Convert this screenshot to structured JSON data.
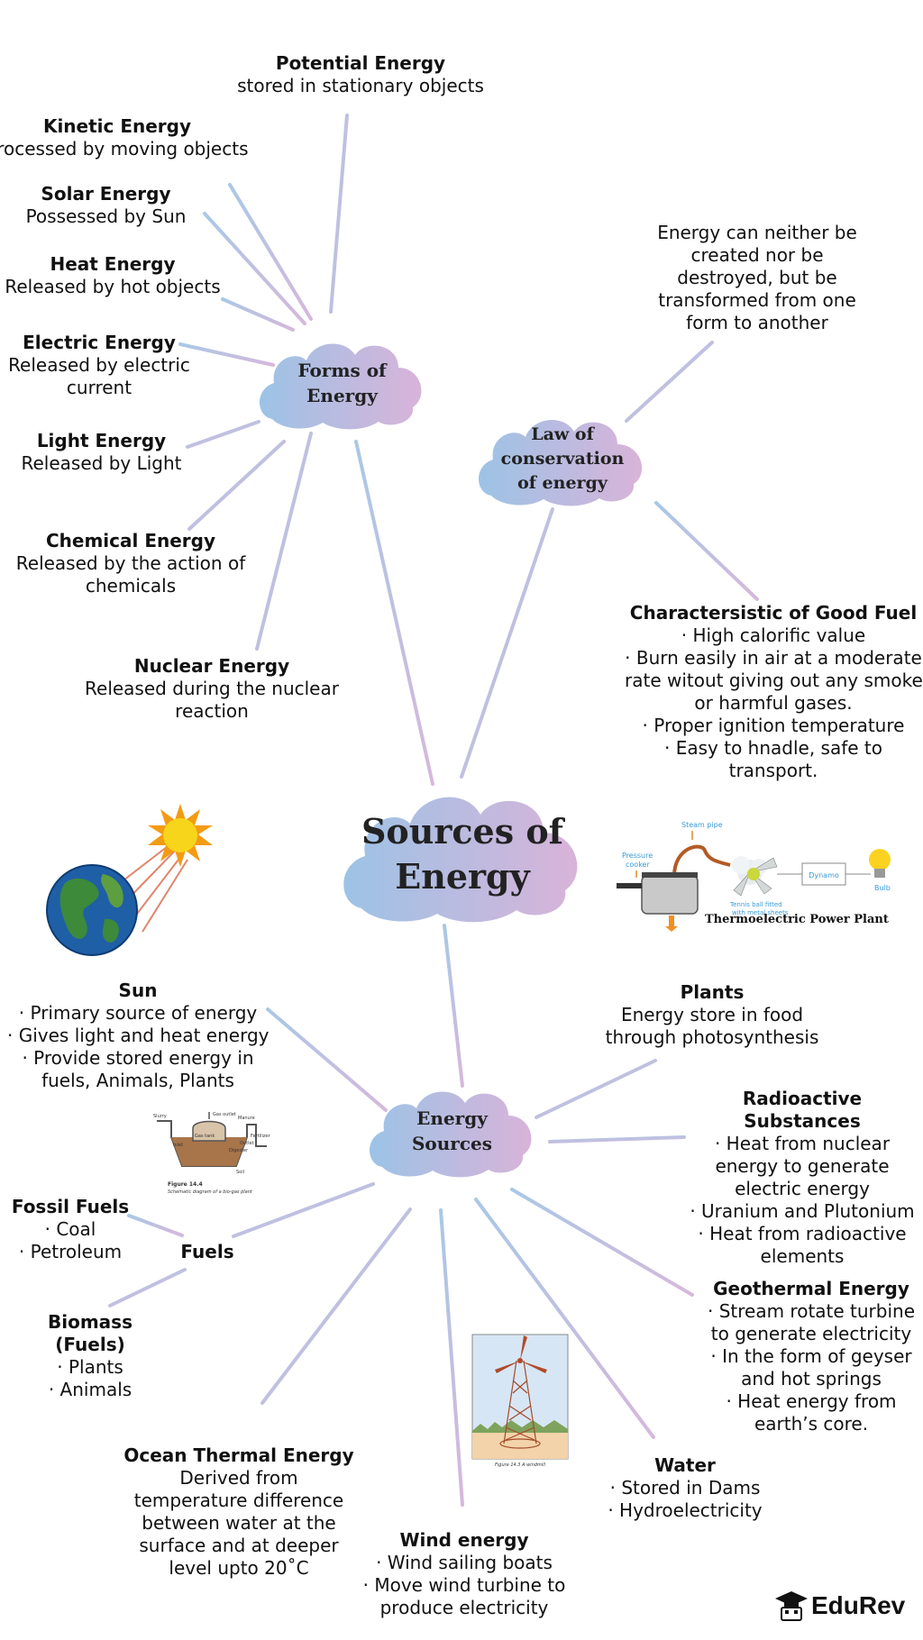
{
  "center": {
    "title_line1": "Sources of",
    "title_line2": "Energy"
  },
  "clouds": {
    "forms": {
      "line1": "Forms of",
      "line2": "Energy"
    },
    "law": {
      "line1": "Law of",
      "line2": "conservation",
      "line3": "of energy"
    },
    "sources": {
      "line1": "Energy",
      "line2": "Sources"
    }
  },
  "forms_of_energy": [
    {
      "title": "Potential Energy",
      "lines": [
        "stored in stationary objects"
      ]
    },
    {
      "title": "Kinetic Energy",
      "lines": [
        "Processed by moving objects"
      ]
    },
    {
      "title": "Solar Energy",
      "lines": [
        "Possessed by Sun"
      ]
    },
    {
      "title": "Heat Energy",
      "lines": [
        "Released by hot objects"
      ]
    },
    {
      "title": "Electric Energy",
      "lines": [
        "Released by electric",
        "current"
      ]
    },
    {
      "title": "Light Energy",
      "lines": [
        "Released by Light"
      ]
    },
    {
      "title": "Chemical Energy",
      "lines": [
        "Released by the action of",
        "chemicals"
      ]
    },
    {
      "title": "Nuclear Energy",
      "lines": [
        "Released during the nuclear",
        "reaction"
      ]
    }
  ],
  "law": {
    "statement": [
      "Energy can neither be",
      "created nor be",
      "destroyed, but be",
      "transformed from one",
      "form to another"
    ],
    "fuel_title": "Charactersistic of Good Fuel",
    "fuel_lines": [
      "· High calorific value",
      "· Burn easily in air at a moderate",
      "rate witout giving out any smoke",
      "or harmful gases.",
      "· Proper ignition temperature",
      "· Easy to hnadle, safe to",
      "transport."
    ]
  },
  "thermo": {
    "caption": "Thermoelectric Power Plant",
    "labels": {
      "steam": "Steam pipe",
      "cooker1": "Pressure",
      "cooker2": "cooker",
      "ball1": "Tennis ball fitted",
      "ball2": "with metal sheets",
      "dynamo": "Dynamo",
      "bulb": "Bulb"
    }
  },
  "energy_sources": {
    "sun": {
      "title": "Sun",
      "lines": [
        "· Primary source of energy",
        "· Gives light and heat energy",
        "· Provide stored energy in",
        "fuels, Animals, Plants"
      ]
    },
    "plants": {
      "title": "Plants",
      "lines": [
        "Energy store in food",
        "through photosynthesis"
      ]
    },
    "radioactive": {
      "title": "Radioactive Substances",
      "lines": [
        "· Heat from nuclear",
        "energy to generate",
        "electric energy",
        "· Uranium and Plutonium",
        "· Heat from radioactive",
        "elements"
      ]
    },
    "fuels": {
      "title": "Fuels"
    },
    "fossil": {
      "title": "Fossil Fuels",
      "lines": [
        "· Coal",
        "· Petroleum"
      ]
    },
    "biomass": {
      "title": "Biomass (Fuels)",
      "lines": [
        "· Plants",
        "· Animals"
      ]
    },
    "geothermal": {
      "title": "Geothermal Energy",
      "lines": [
        "· Stream rotate turbine",
        "to generate electricity",
        "· In the form of geyser",
        "and hot springs",
        "· Heat energy from",
        "earth’s core."
      ]
    },
    "ocean": {
      "title": "Ocean Thermal Energy",
      "lines": [
        "Derived from",
        "temperature difference",
        "between water at the",
        "surface and at deeper",
        "level upto 20˚C"
      ]
    },
    "wind": {
      "title": "Wind energy",
      "lines": [
        "· Wind sailing boats",
        "· Move wind turbine to",
        "produce electricity"
      ]
    },
    "water": {
      "title": "Water",
      "lines": [
        "· Stored in Dams",
        "· Hydroelectricity"
      ]
    }
  },
  "figures": {
    "biogas_caption1": "Figure 14.4",
    "biogas_caption2": "Schematic diagram of a bio-gas plant",
    "biogas_labels": [
      "Slurry",
      "Gas outlet",
      "Manure",
      "Fertilizer",
      "Gas tank",
      "Digester",
      "Inlet",
      "Outlet",
      "Soil"
    ],
    "windmill_caption": "Figure 14.3 A windmill"
  },
  "logo": {
    "text": "EduRev"
  },
  "colors": {
    "cloud_left": "#9cc3e6",
    "cloud_right": "#d9b3d9",
    "line_blue": "#a9c8e6",
    "line_pink": "#d6b8dc",
    "sun": "#f7d51b"
  }
}
